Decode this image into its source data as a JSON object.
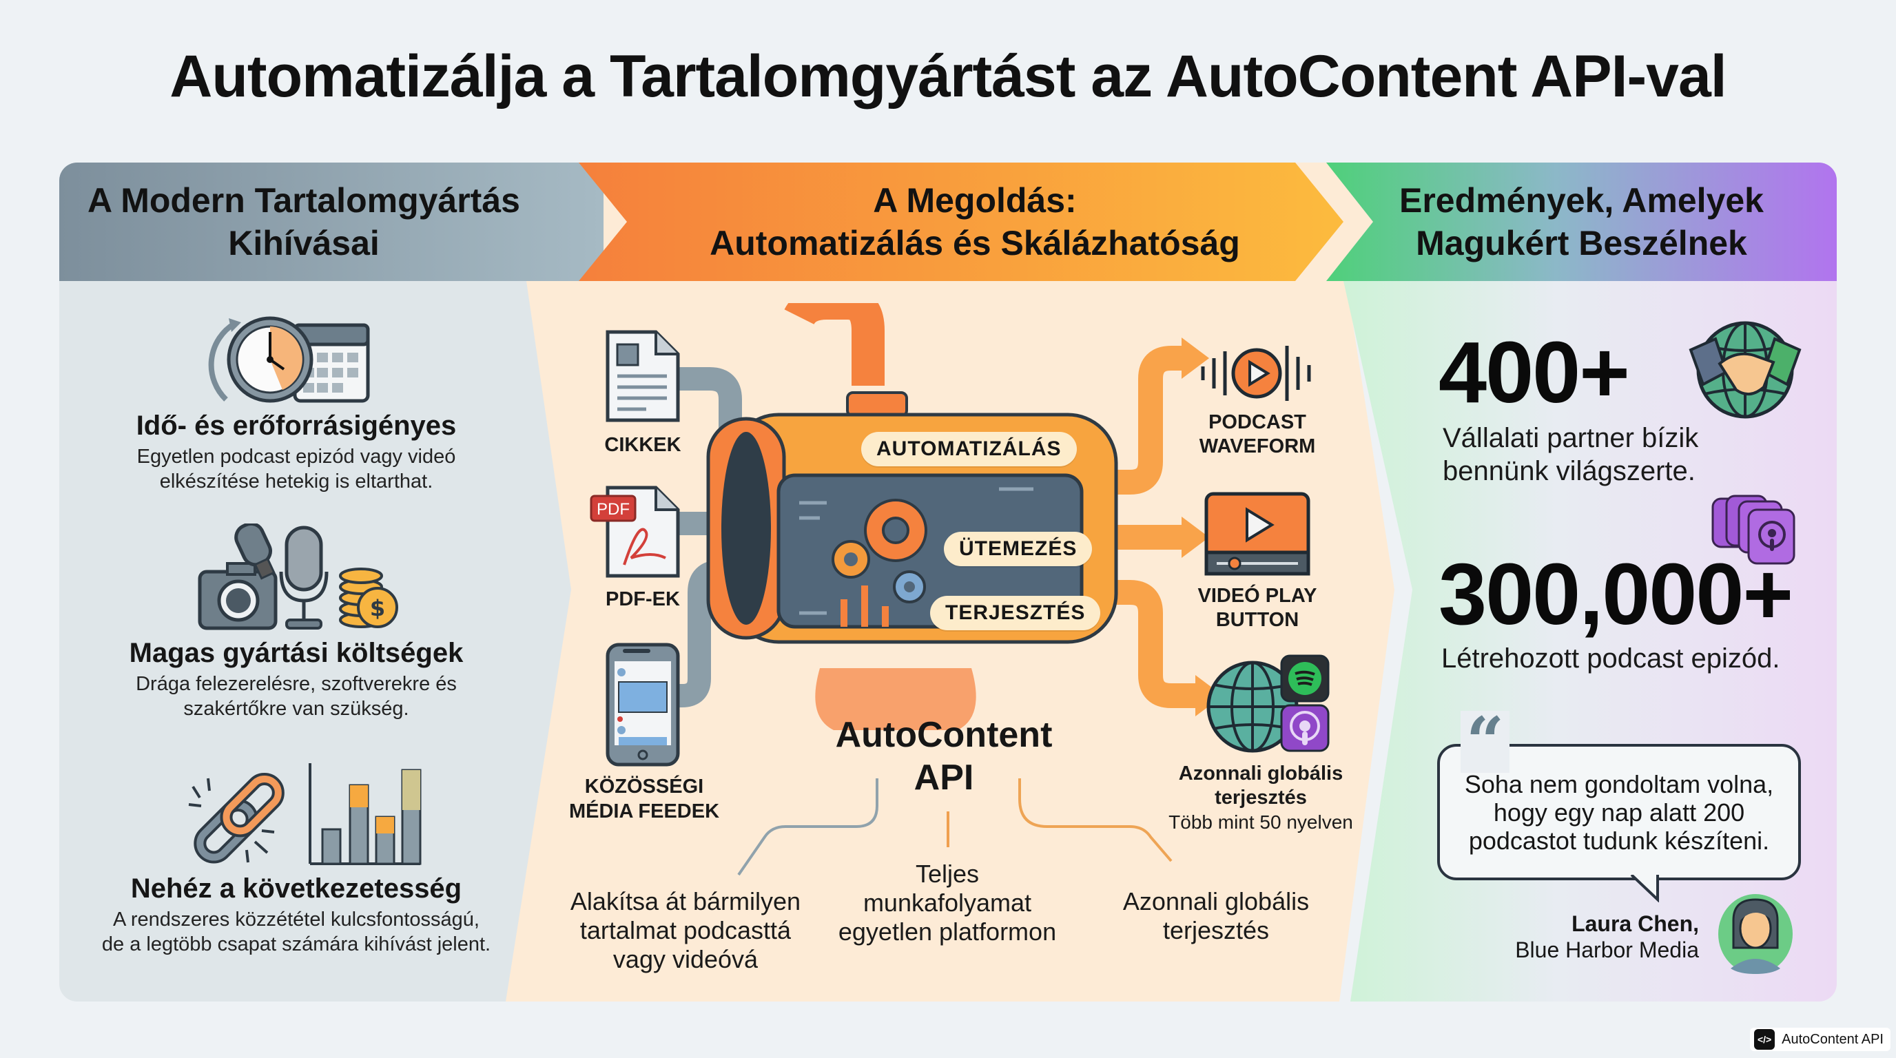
{
  "title": "Automatizálja a Tartalomgyártást az AutoContent API-val",
  "columns": [
    {
      "header_line1": "A Modern Tartalomgyártás",
      "header_line2": "Kihívásai",
      "color_start": "#7d8f9c",
      "color_end": "#a6bac4"
    },
    {
      "header_line1": "A Megoldás:",
      "header_line2": "Automatizálás és Skálázhatóság",
      "color_start": "#f5803c",
      "color_end": "#fcbb3e"
    },
    {
      "header_line1": "Eredmények, Amelyek",
      "header_line2": "Magukért Beszélnek",
      "color_start": "#4fd07a",
      "color_end": "#b174ee"
    }
  ],
  "challenges": [
    {
      "icon": "clock-calendar-icon",
      "title": "Idő- és erőforrásigényes",
      "desc_line1": "Egyetlen podcast epizód vagy videó",
      "desc_line2": "elkészítése hetekig is eltarthat."
    },
    {
      "icon": "camera-mic-coins-icon",
      "title": "Magas gyártási költségek",
      "desc_line1": "Drága felezerelésre, szoftverekre és",
      "desc_line2": "szakértőkre van szükség."
    },
    {
      "icon": "broken-chain-bar-chart-icon",
      "title": "Nehéz a következetesség",
      "desc_line1": "A rendszeres közzététel kulcsfontosságú,",
      "desc_line2": "de a legtöbb csapat számára kihívást jelent."
    }
  ],
  "solution": {
    "inputs": [
      {
        "icon": "document-icon",
        "label": "CIKKEK"
      },
      {
        "icon": "pdf-icon",
        "label": "PDF-EK",
        "badge": "PDF"
      },
      {
        "icon": "smartphone-feed-icon",
        "label_line1": "KÖZÖSSÉGI",
        "label_line2": "MÉDIA FEEDEK"
      }
    ],
    "engine_pills": [
      "AUTOMATIZÁLÁS",
      "ÜTEMEZÉS",
      "TERJESZTÉS"
    ],
    "engine_name_line1": "AutoContent",
    "engine_name_line2": "API",
    "outputs": [
      {
        "icon": "podcast-waveform-icon",
        "label_line1": "PODCAST",
        "label_line2": "WAVEFORM"
      },
      {
        "icon": "video-play-icon",
        "label_line1": "VIDEÓ PLAY",
        "label_line2": "BUTTON"
      },
      {
        "icon": "globe-spotify-podcasts-icon",
        "label_line1": "Azonnali globális",
        "label_line2": "terjesztés",
        "sub": "Több mint 50 nyelven"
      }
    ],
    "benefits": [
      {
        "line1": "Alakítsa át bármilyen",
        "line2": "tartalmat podcasttá",
        "line3": "vagy videóvá"
      },
      {
        "line1": "Teljes",
        "line2": "munkafolyamat",
        "line3": "egyetlen platformon"
      },
      {
        "line1": "Azonnali globális",
        "line2": "terjesztés"
      }
    ]
  },
  "results": {
    "stats": [
      {
        "value": "400+",
        "icon": "globe-handshake-icon",
        "desc_line1": "Vállalati partner bízik",
        "desc_line2": "bennünk világszerte."
      },
      {
        "value": "300,000+",
        "icon": "stacked-podcast-icons",
        "desc_line1": "Létrehozott podcast epizód."
      }
    ],
    "testimonial": {
      "quote_line1": "Soha nem gondoltam volna,",
      "quote_line2": "hogy egy nap alatt 200",
      "quote_line3": "podcastot tudunk készíteni.",
      "author": "Laura Chen,",
      "company": "Blue Harbor Media"
    }
  },
  "footer_badge": {
    "logo": "</>",
    "label": "AutoContent API"
  },
  "colors": {
    "orange": "#f5803c",
    "amber": "#fcbb3e",
    "slate": "#7d8f9c",
    "green": "#4fd07a",
    "purple": "#b174ee"
  }
}
